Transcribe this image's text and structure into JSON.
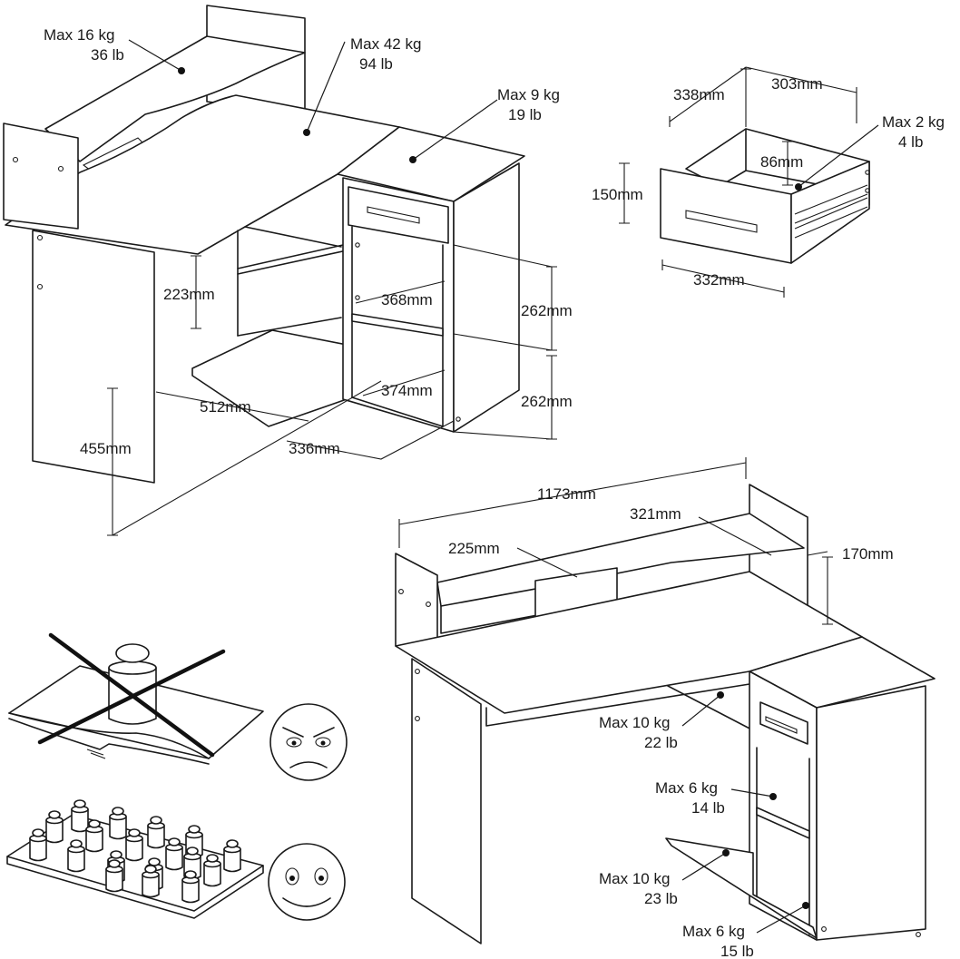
{
  "top_desk": {
    "loads": [
      {
        "kg": "Max 16 kg",
        "lb": "36 lb"
      },
      {
        "kg": "Max 42 kg",
        "lb": "94 lb"
      },
      {
        "kg": "Max 9 kg",
        "lb": "19 lb"
      }
    ],
    "dimensions": {
      "shelf_gap": "223mm",
      "leg_height": "455mm",
      "base_width": "512mm",
      "base_depth": "336mm",
      "shelf_width_upper": "368mm",
      "shelf_width_lower": "374mm",
      "compartment_upper": "262mm",
      "compartment_lower": "262mm"
    }
  },
  "drawer": {
    "load": {
      "kg": "Max 2 kg",
      "lb": "4 lb"
    },
    "dimensions": {
      "depth": "338mm",
      "inner_width": "303mm",
      "inner_height": "86mm",
      "height": "150mm",
      "width": "332mm"
    }
  },
  "bottom_desk": {
    "dimensions": {
      "total_width": "1173mm",
      "hutch_depth": "321mm",
      "hutch_front": "225mm",
      "hutch_height": "170mm"
    },
    "loads": [
      {
        "kg": "Max 10 kg",
        "lb": "22 lb"
      },
      {
        "kg": "Max 6 kg",
        "lb": "14 lb"
      },
      {
        "kg": "Max 10 kg",
        "lb": "23 lb"
      },
      {
        "kg": "Max 6 kg",
        "lb": "15 lb"
      }
    ]
  }
}
